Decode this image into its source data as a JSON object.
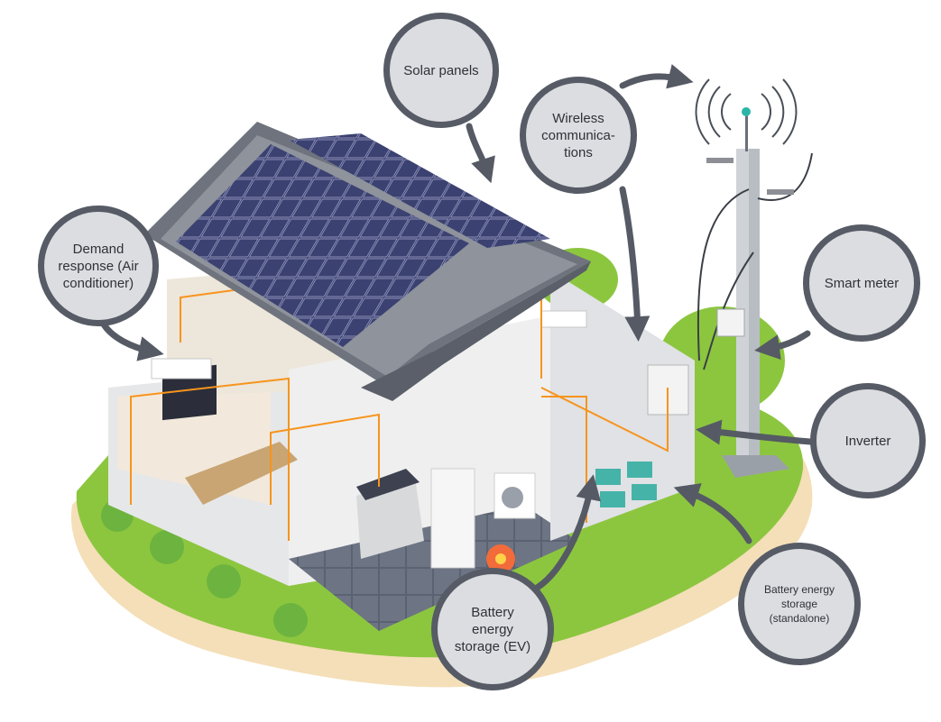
{
  "labels": {
    "solar_panels": "Solar panels",
    "wireless": "Wireless\ncommunica-\ntions",
    "demand_response": "Demand\nresponse (Air\nconditioner)",
    "smart_meter": "Smart meter",
    "inverter": "Inverter",
    "battery_standalone": "Battery energy\nstorage\n(standalone)",
    "battery_ev": "Battery\nenergy\nstorage (EV)"
  },
  "colors": {
    "callout_fill": "#dcdde0",
    "callout_border": "#565b66",
    "arrow": "#555a64",
    "grass": "#8cc63f",
    "soil": "#f4dfb8",
    "wire": "#f7941d",
    "panel": "#3b4170"
  }
}
